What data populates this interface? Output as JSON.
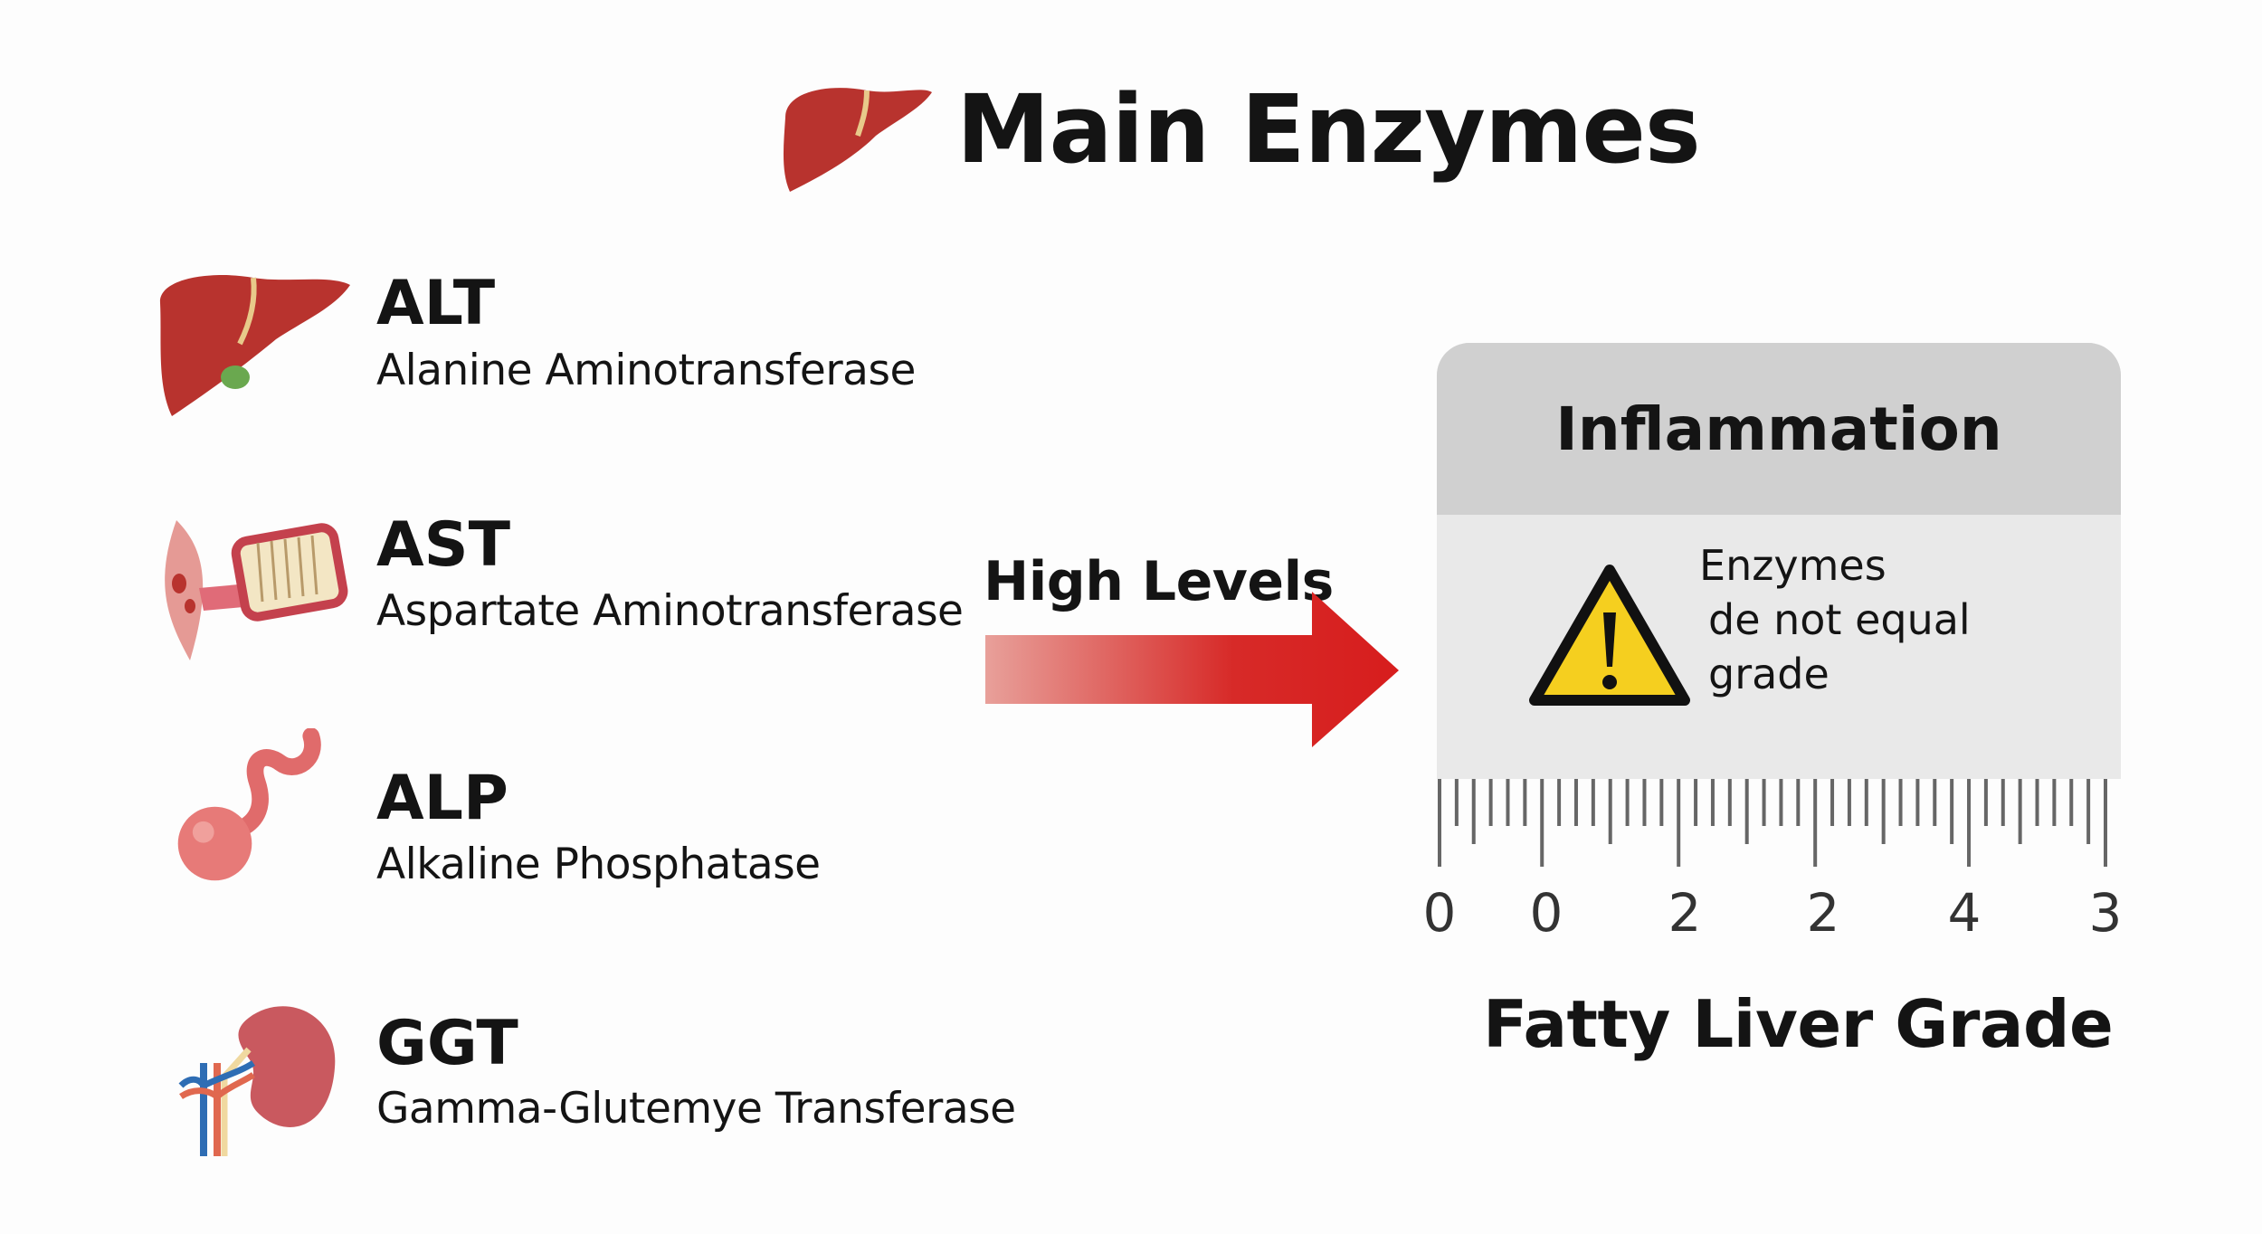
{
  "title": "Main Enzymes",
  "enzymes": [
    {
      "abbr": "ALT",
      "name": "Alanine Aminotransferase",
      "icon": "liver-icon"
    },
    {
      "abbr": "AST",
      "name": "Aspartate Aminotransferase",
      "icon": "heart-muscle-icon"
    },
    {
      "abbr": "ALP",
      "name": "Alkaline Phosphatase",
      "icon": "gallbladder-bile-duct-icon"
    },
    {
      "abbr": "GGT",
      "name": "Gamma-Glutemye Transferase",
      "icon": "kidney-icon"
    }
  ],
  "arrow_label": "High Levels",
  "card": {
    "header": "Inflammation",
    "note_lines": [
      "Enzymes",
      "de not equal",
      "grade"
    ],
    "icon": "warning-icon"
  },
  "ruler": {
    "labels": [
      "0",
      "0",
      "2",
      "2",
      "4",
      "3"
    ]
  },
  "grade_label": "Fatty Liver Grade",
  "colors": {
    "arrow": "#d71d1d",
    "warning": "#f5cf1f",
    "card_header": "#d0d0d0",
    "card_body": "#e9e9e9",
    "liver": "#b8332e"
  }
}
